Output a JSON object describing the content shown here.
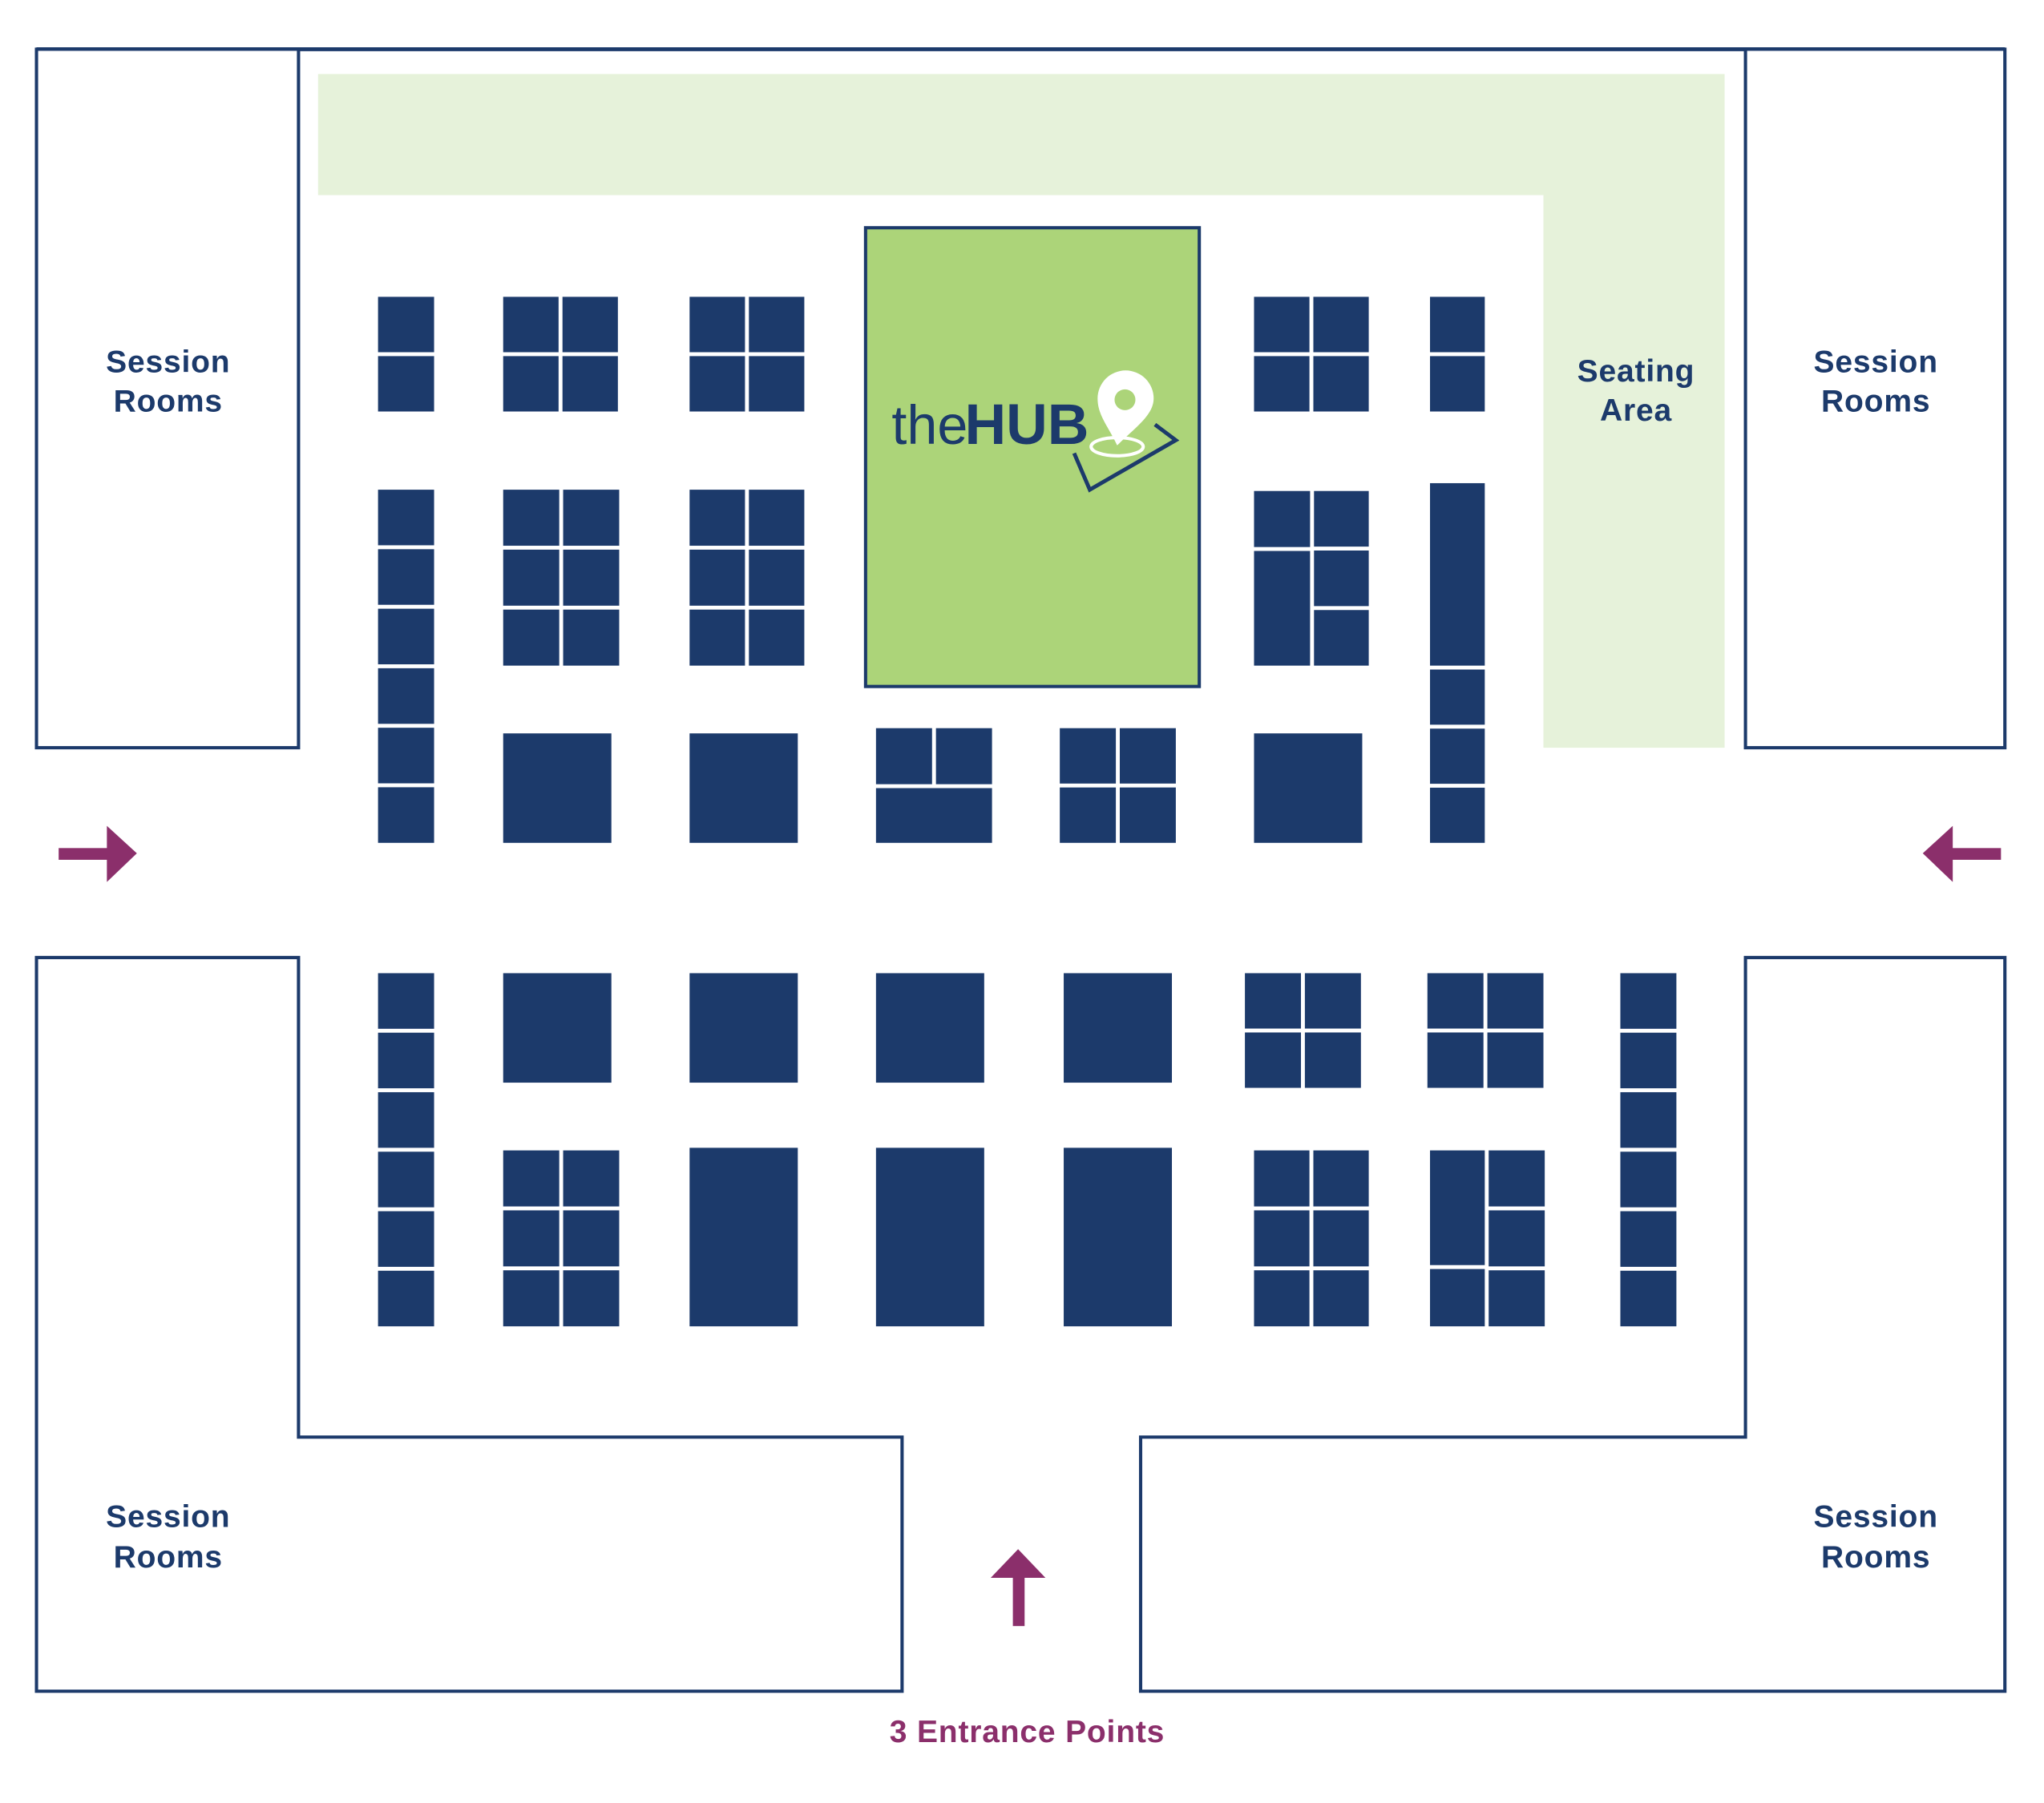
{
  "colors": {
    "navy": "#1c3a6b",
    "hub_green": "#acd479",
    "seating_green": "#e6f2da",
    "entrance_purple": "#8b2f6b"
  },
  "rooms": {
    "top_left": {
      "line1": "Session",
      "line2": "Rooms"
    },
    "top_right": {
      "line1": "Session",
      "line2": "Rooms"
    },
    "bottom_left": {
      "line1": "Session",
      "line2": "Rooms"
    },
    "bottom_right": {
      "line1": "Session",
      "line2": "Rooms"
    }
  },
  "seating": {
    "line1": "Seating",
    "line2": "Area"
  },
  "hub": {
    "prefix": "the",
    "name": "HUB"
  },
  "entrance_label": "3 Entrance Points",
  "icons": {
    "entrance_arrows": [
      "arrow-right-icon",
      "arrow-left-icon",
      "arrow-up-icon"
    ],
    "hub_logo": "map-pin-icon"
  }
}
